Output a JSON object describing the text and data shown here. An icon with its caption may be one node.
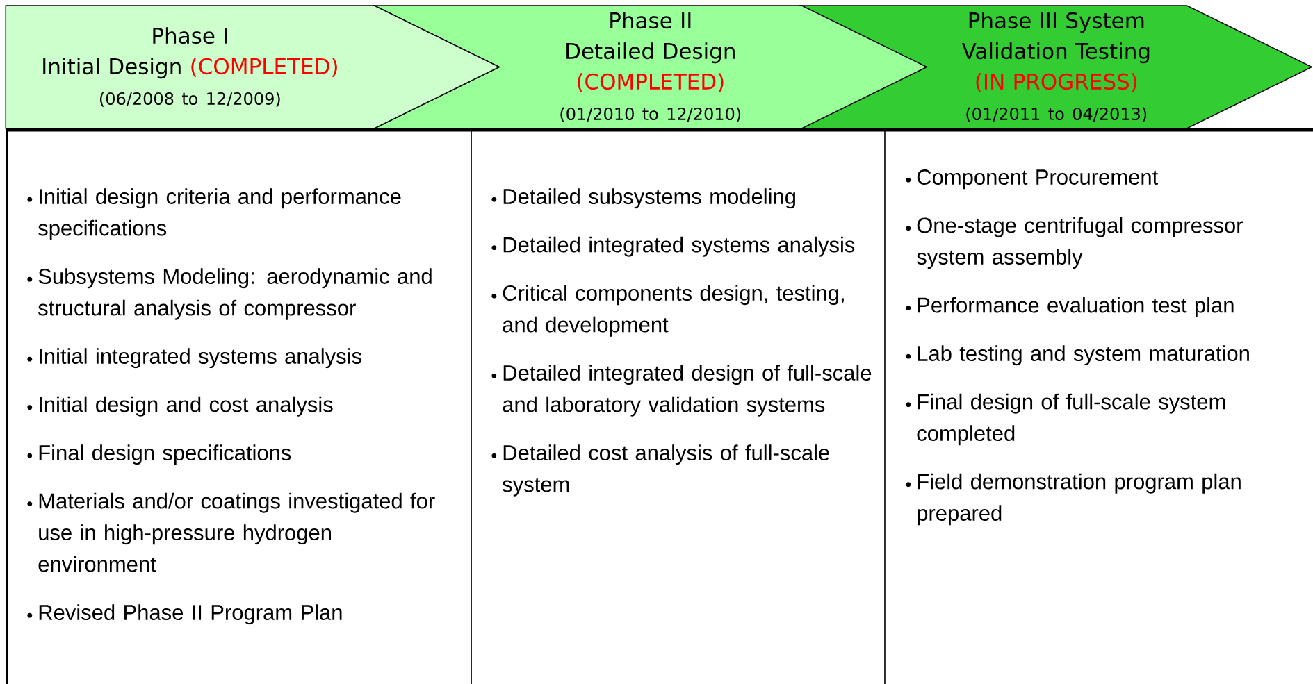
{
  "diagram": {
    "nodes": [
      {
        "text": [
          "Phase I",
          "Initial Design",
          "(COMPLETED)",
          "(06/2008 to 12/2009)"
        ]
      },
      {
        "text": [
          "Phase II Detailed Design",
          "(COMPLETED)",
          "(01/2010 to 12/2010)"
        ]
      },
      {
        "text": [
          "Phase III System Validation Testing",
          "(IN PROGRESS)",
          "(01/2011 to 04/2013)"
        ]
      },
      {
        "text": [
          "Initial design criteria and performance specifications",
          "Subsystems Modeling: aerodynamic and structural analysis of compressor",
          "Initial integrated systems analysis",
          "Initial design and cost analysis",
          "Final design specifications",
          "Materials and/or coatings investigated for use in high-pressure hydrogen environment",
          "Revised Phase II Program Plan"
        ]
      },
      {
        "text": [
          "Detailed subsystems modeling",
          "Detailed integrated systems analysis",
          "Critical components design, testing, and development",
          "Detailed integrated design of full-scale and laboratory validation systems",
          "Detailed cost analysis of full-scale system"
        ]
      },
      {
        "text": [
          "Component Procurement",
          "One-stage centrifugal compressor system assembly",
          "Performance evaluation test plan",
          "Lab testing and system maturation",
          "Final design of full-scale system completed",
          "Field demonstration program plan prepared"
        ]
      }
    ]
  }
}
